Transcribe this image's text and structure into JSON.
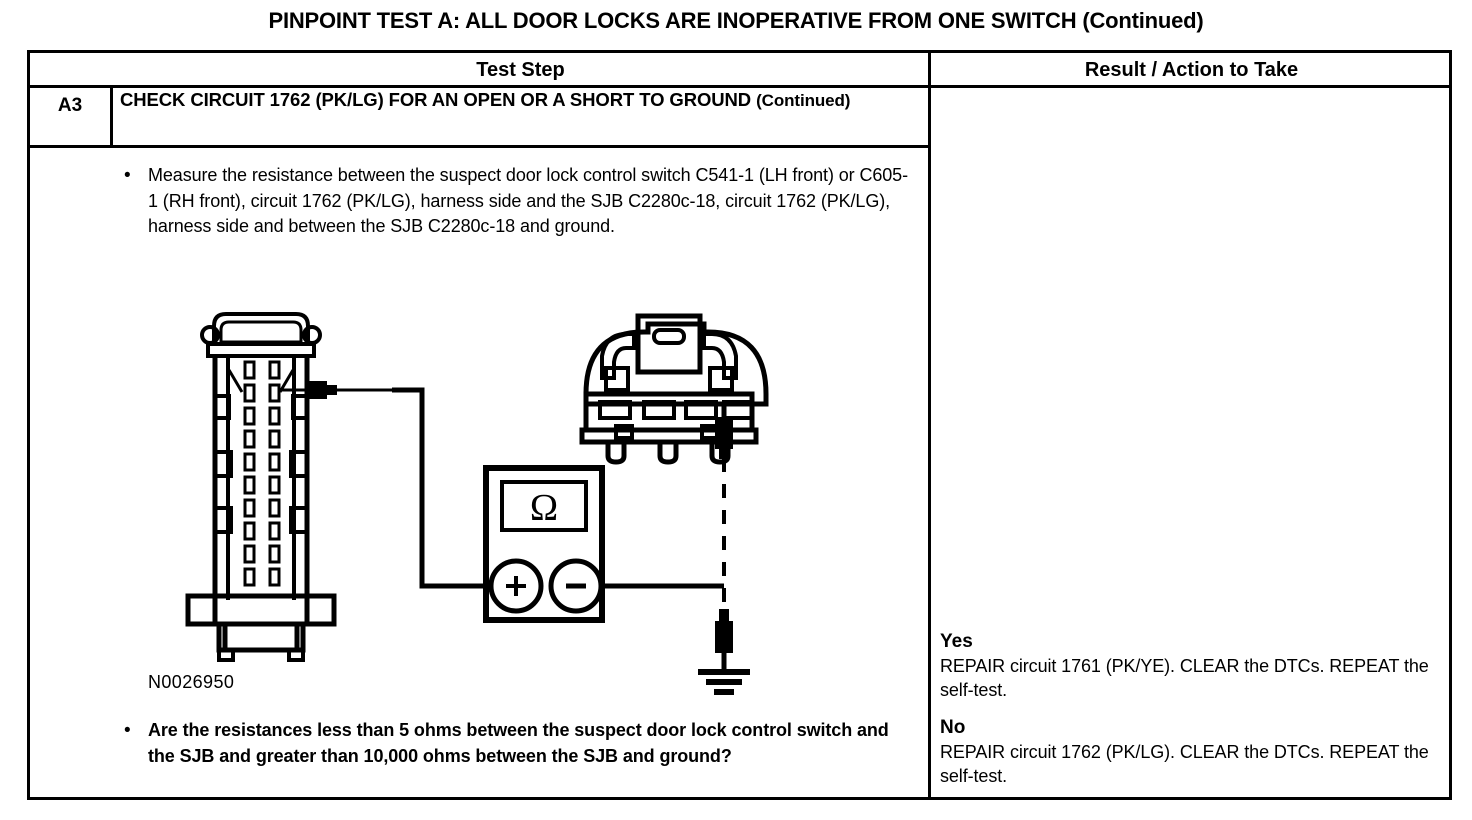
{
  "document": {
    "title": "PINPOINT TEST A: ALL DOOR LOCKS ARE INOPERATIVE FROM ONE SWITCH (Continued)"
  },
  "table": {
    "headers": {
      "test_step": "Test Step",
      "result_action": "Result / Action to Take"
    }
  },
  "step": {
    "id": "A3",
    "heading": "CHECK CIRCUIT 1762 (PK/LG) FOR AN OPEN OR A SHORT TO GROUND ",
    "heading_continued": "(Continued)",
    "bullet_marker": "•",
    "instruction": "Measure the resistance between the suspect door lock control switch C541-1 (LH front) or C605-1 (RH front), circuit 1762 (PK/LG), harness side and the SJB  C2280c-18, circuit 1762 (PK/LG), harness side and between the SJB C2280c-18 and ground.",
    "question": "Are the resistances less than 5 ohms between the suspect door lock control switch and the SJB and greater than 10,000 ohms between the SJB and ground?"
  },
  "figure": {
    "id": "N0026950",
    "meter_display": "Ω",
    "meter_positive": "+",
    "meter_negative": "—",
    "components": [
      "door-lock-switch-connector",
      "sjb-connector-c2280c",
      "ohmmeter",
      "ground-symbol"
    ]
  },
  "results": [
    {
      "label": "Yes",
      "text": "REPAIR circuit 1761 (PK/YE). CLEAR the DTCs. REPEAT the self-test."
    },
    {
      "label": "No",
      "text": "REPAIR circuit 1762 (PK/LG). CLEAR the DTCs. REPEAT the self-test."
    }
  ],
  "colors": {
    "ink": "#000000",
    "paper": "#ffffff"
  }
}
